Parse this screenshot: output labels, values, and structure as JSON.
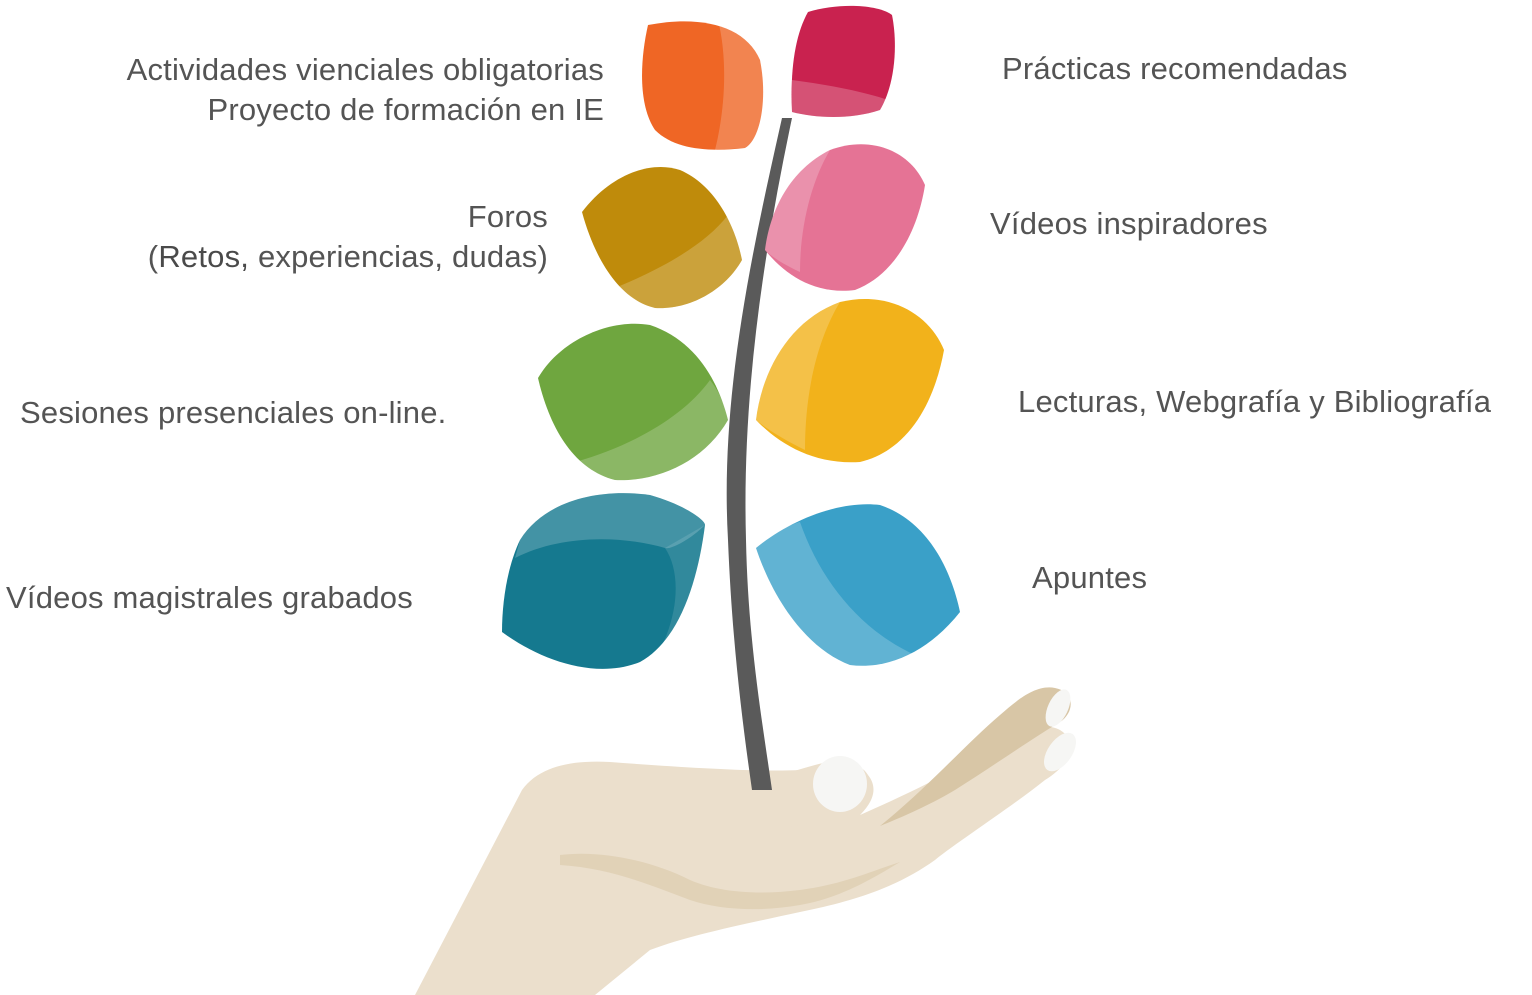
{
  "left_items": [
    {
      "id": "actividades",
      "lines": [
        "Actividades vienciales obligatorias",
        "Proyecto de formación en IE"
      ]
    },
    {
      "id": "foros",
      "lines": [
        "Foros"
      ],
      "sub": {
        "paren_open": "(",
        "strong": "Retos,",
        "rest": " experiencias, dudas)"
      }
    },
    {
      "id": "sesiones",
      "lines": [
        "Sesiones presenciales on-line."
      ]
    },
    {
      "id": "videos_magistrales",
      "lines": [
        "Vídeos magistrales grabados"
      ]
    }
  ],
  "right_items": [
    {
      "id": "practicas",
      "lines": [
        "Prácticas recomendadas"
      ]
    },
    {
      "id": "videos_inspiradores",
      "lines": [
        "Vídeos inspiradores"
      ]
    },
    {
      "id": "lecturas",
      "lines": [
        "Lecturas, Webgrafía y Bibliografía"
      ]
    },
    {
      "id": "apuntes",
      "lines": [
        "Apuntes"
      ]
    }
  ],
  "colors": {
    "orange": "#ef6625",
    "crimson": "#c9224f",
    "mustard": "#bf8b0b",
    "pink": "#e57395",
    "green": "#6fa63f",
    "yellow": "#f2b21b",
    "teal": "#15798f",
    "sky": "#3aa0c8",
    "stem": "#5a5a5a",
    "hand": "#ebdfcc",
    "hand_shadow": "#d8c6a6",
    "nail": "#f6f6f4"
  }
}
